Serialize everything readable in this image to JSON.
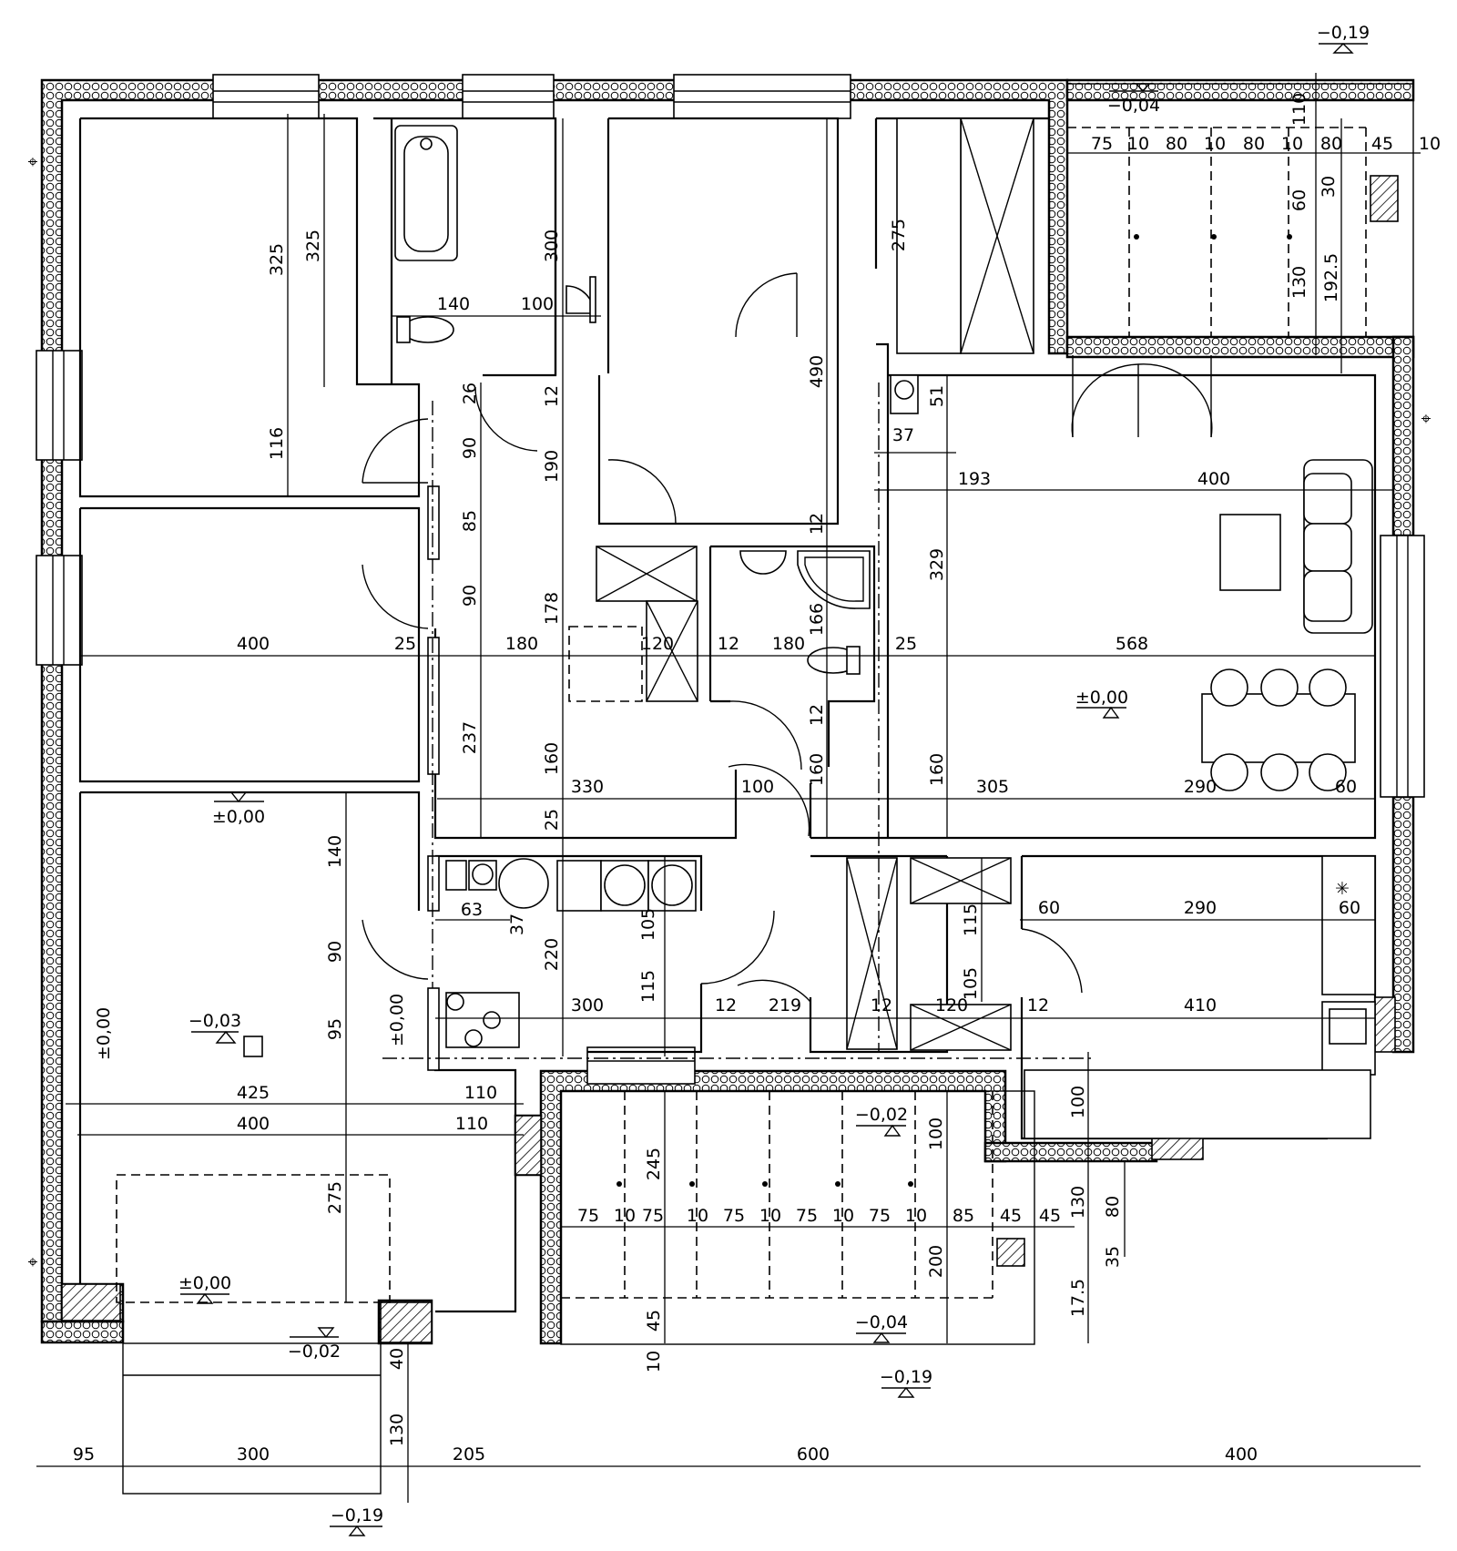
{
  "levels": {
    "top_right": "−0,19",
    "terrace_top": "−0,04",
    "room_left_mid": "±0,00",
    "living": "±0,00",
    "garage_vertical": "±0,00",
    "garage_floor": "−0,03",
    "corridor_vertical": "±0,00",
    "terrace_bottom": "−0,02",
    "terrace_bottom_2": "−0,04",
    "outside_bottom": "−0,19",
    "garage_door_inside": "±0,00",
    "garage_door_outside": "−0,02",
    "drive_bottom": "−0,19"
  },
  "dimensions": {
    "overall": [
      "95",
      "300",
      "205",
      "600",
      "400"
    ],
    "terrace_top_row": [
      "75",
      "10",
      "80",
      "10",
      "80",
      "10",
      "80",
      "45",
      "10"
    ],
    "terrace_top_vert": [
      "110",
      "60",
      "30",
      "130",
      "192.5"
    ],
    "bedroom1": [
      "325",
      "325",
      "116"
    ],
    "bath": [
      "140",
      "100",
      "300",
      "26",
      "12"
    ],
    "hall_vert": [
      "90",
      "85",
      "90",
      "237",
      "190",
      "178",
      "160",
      "25"
    ],
    "row_400": [
      "400",
      "25",
      "180",
      "120",
      "12",
      "180",
      "25",
      "568"
    ],
    "room2": [
      "490",
      "275",
      "12",
      "166",
      "12",
      "51",
      "37",
      "193",
      "400",
      "329"
    ],
    "row_330": [
      "330",
      "100",
      "160",
      "305",
      "290",
      "60",
      "160"
    ],
    "garage_vert": [
      "140",
      "90",
      "95",
      "275"
    ],
    "utility": [
      "63",
      "37",
      "220",
      "105",
      "115",
      "300",
      "12",
      "219",
      "12",
      "120",
      "105",
      "12",
      "410"
    ],
    "kitchen": [
      "115",
      "60",
      "290",
      "60"
    ],
    "garage_width": [
      "425",
      "110",
      "400",
      "110"
    ],
    "terrace_bottom_row": [
      "75",
      "10",
      "75",
      "10",
      "75",
      "10",
      "75",
      "10",
      "75",
      "10",
      "85",
      "45",
      "45"
    ],
    "terrace_bottom_vert": [
      "245",
      "100",
      "200",
      "45",
      "10",
      "130",
      "80",
      "35",
      "17.5",
      "100"
    ],
    "drive": [
      "40",
      "130"
    ]
  },
  "symbols": {
    "axis_marker": "⌖",
    "snowflake": "✳"
  }
}
